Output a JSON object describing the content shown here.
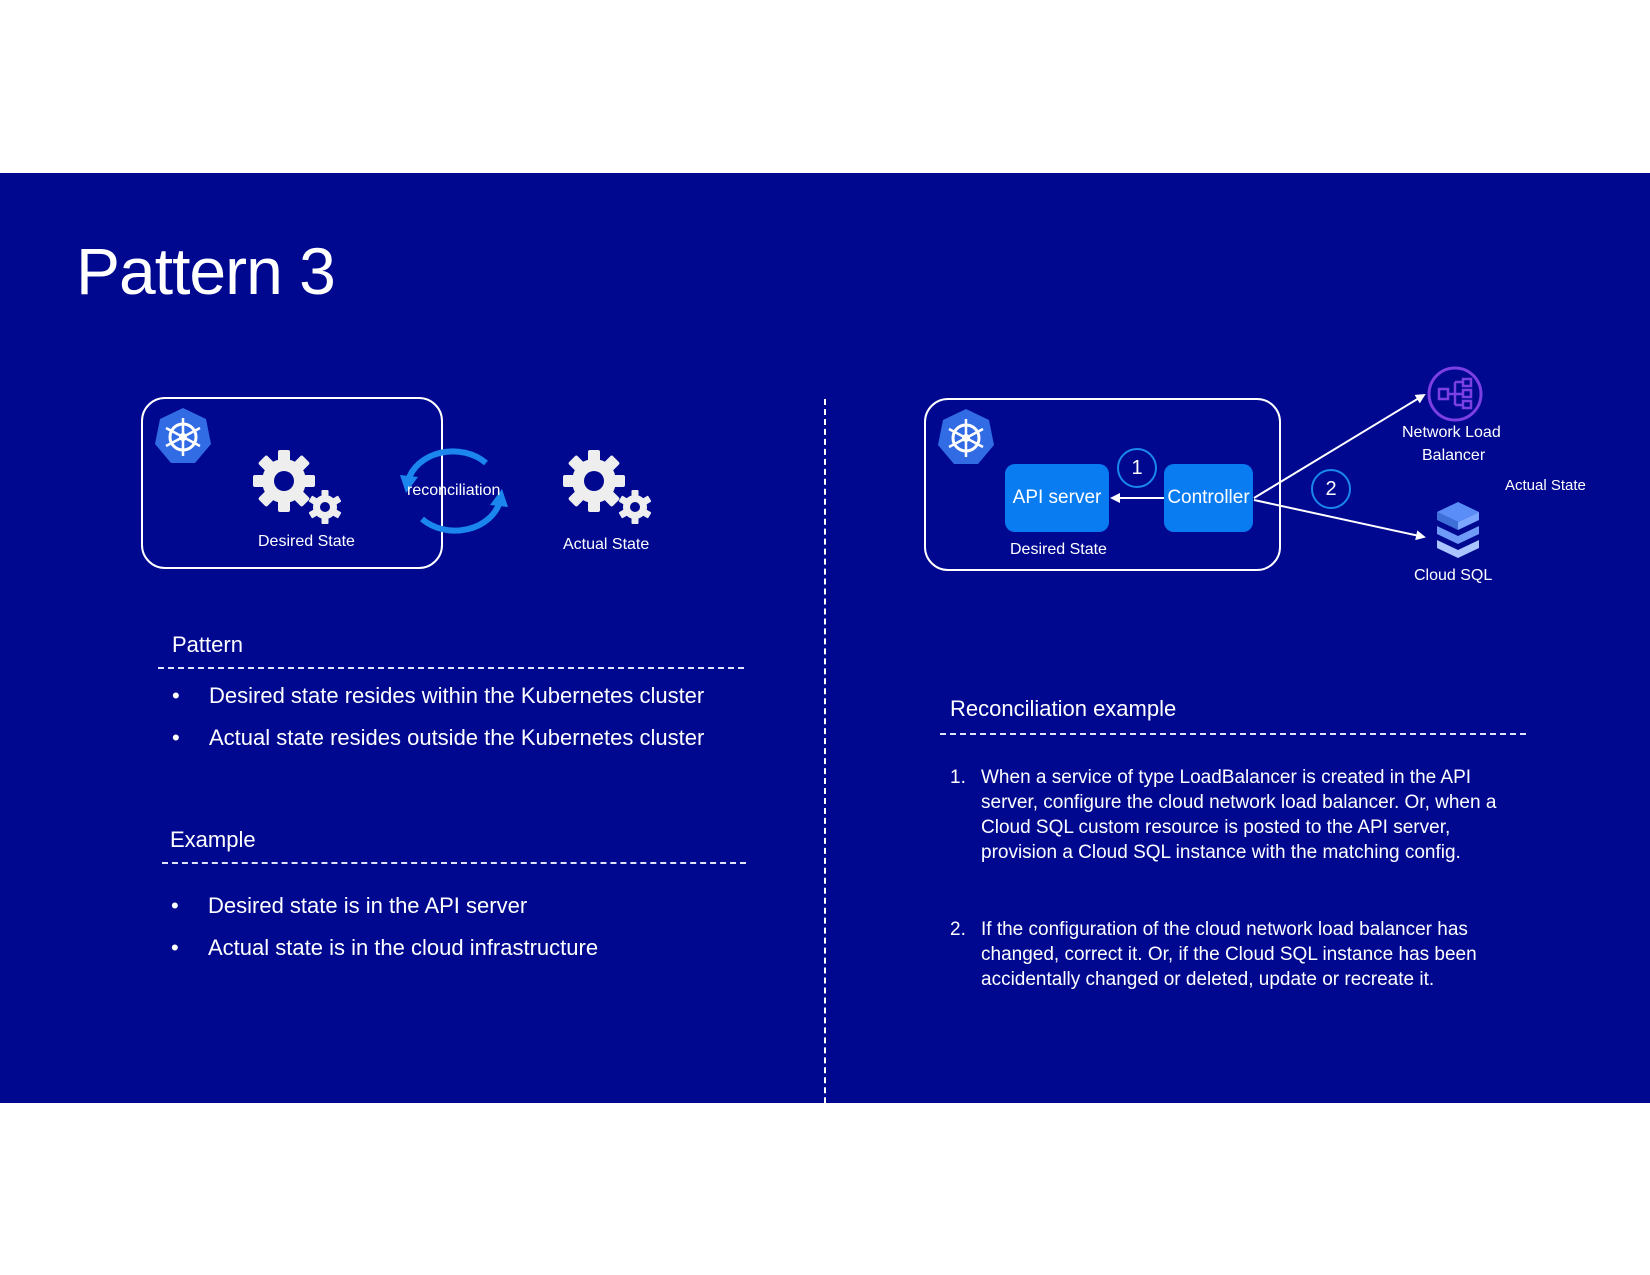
{
  "title": "Pattern 3",
  "left_diagram": {
    "desired_label": "Desired State",
    "reconciliation_label": "reconciliation",
    "actual_label": "Actual State"
  },
  "right_diagram": {
    "api_server": "API server",
    "controller": "Controller",
    "desired_label": "Desired State",
    "step1": "1",
    "step2": "2",
    "nlb_line1": "Network Load",
    "nlb_line2": "Balancer",
    "actual_label": "Actual State",
    "cloud_sql": "Cloud SQL"
  },
  "pattern_section": {
    "heading": "Pattern",
    "bullets": [
      "Desired state resides within the Kubernetes cluster",
      "Actual state resides outside the Kubernetes cluster"
    ]
  },
  "example_section": {
    "heading": "Example",
    "bullets": [
      "Desired state is in the API server",
      "Actual state is in the cloud infrastructure"
    ]
  },
  "reconciliation_example": {
    "heading": "Reconciliation example",
    "items": [
      {
        "num": "1.",
        "text": "When a service of type LoadBalancer is created in the API server, configure the cloud network load balancer. Or, when a Cloud SQL custom resource is posted to the API server, provision a Cloud SQL instance with the matching config."
      },
      {
        "num": "2.",
        "text": "If the configuration of the cloud network load balancer has changed, correct it. Or, if the Cloud SQL instance has been accidentally changed or deleted, update or recreate it."
      }
    ]
  },
  "colors": {
    "background": "#000890",
    "node_blue": "#0a7cf2",
    "k8s_blue": "#326ce5",
    "nlb_purple": "#7b3fe4",
    "sql_blue": "#4c8bf5"
  },
  "icons": [
    "kubernetes-icon",
    "gears-icon",
    "reconciliation-arrows-icon",
    "network-load-balancer-icon",
    "cloud-sql-icon"
  ]
}
